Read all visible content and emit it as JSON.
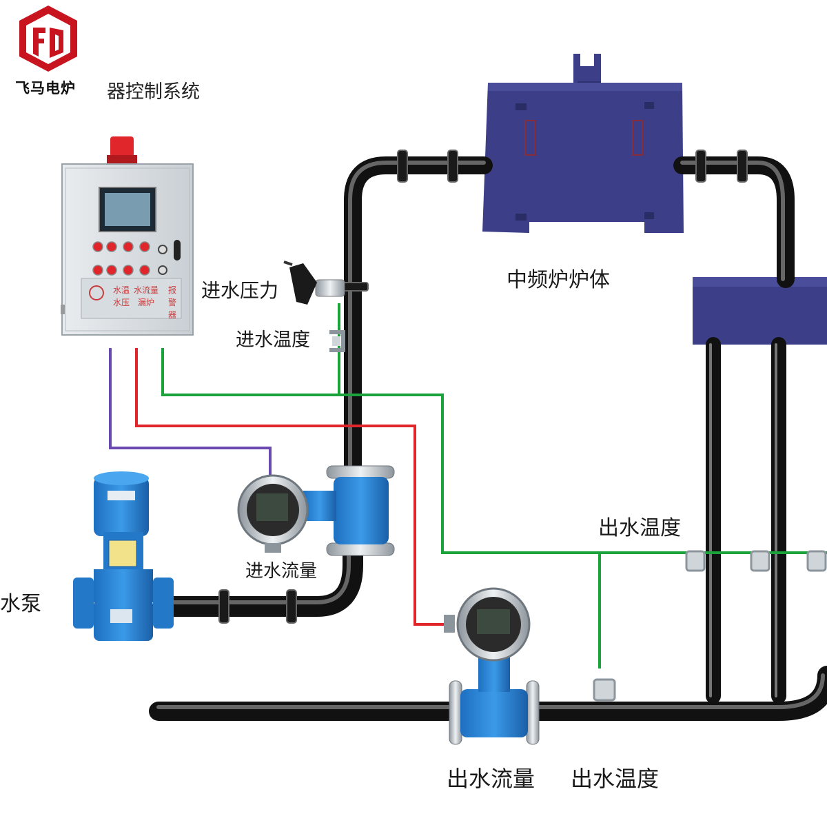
{
  "brand": {
    "name": "飞马电炉",
    "logo_color": "#c8141e"
  },
  "system_title": "器控制系统",
  "labels": {
    "furnace": "中频炉炉体",
    "inlet_pressure": "进水压力",
    "inlet_temperature": "进水温度",
    "inlet_flow": "进水流量",
    "pump": "水泵",
    "outlet_temperature_upper": "出水温度",
    "outlet_flow": "出水流量",
    "outlet_temperature_lower": "出水温度"
  },
  "control_panel": {
    "labels_row1": [
      "水温",
      "水流量",
      "报"
    ],
    "labels_row2": [
      "水压",
      "漏炉",
      "警"
    ],
    "labels_row3": [
      "",
      "",
      "器"
    ]
  },
  "colors": {
    "signal_green": "#1aa33a",
    "signal_red": "#e0262a",
    "signal_purple": "#6a4ab0",
    "pipe": "#1c1c1c",
    "furnace": "#3c3f88",
    "meter_blue": "#2a7fd0"
  }
}
